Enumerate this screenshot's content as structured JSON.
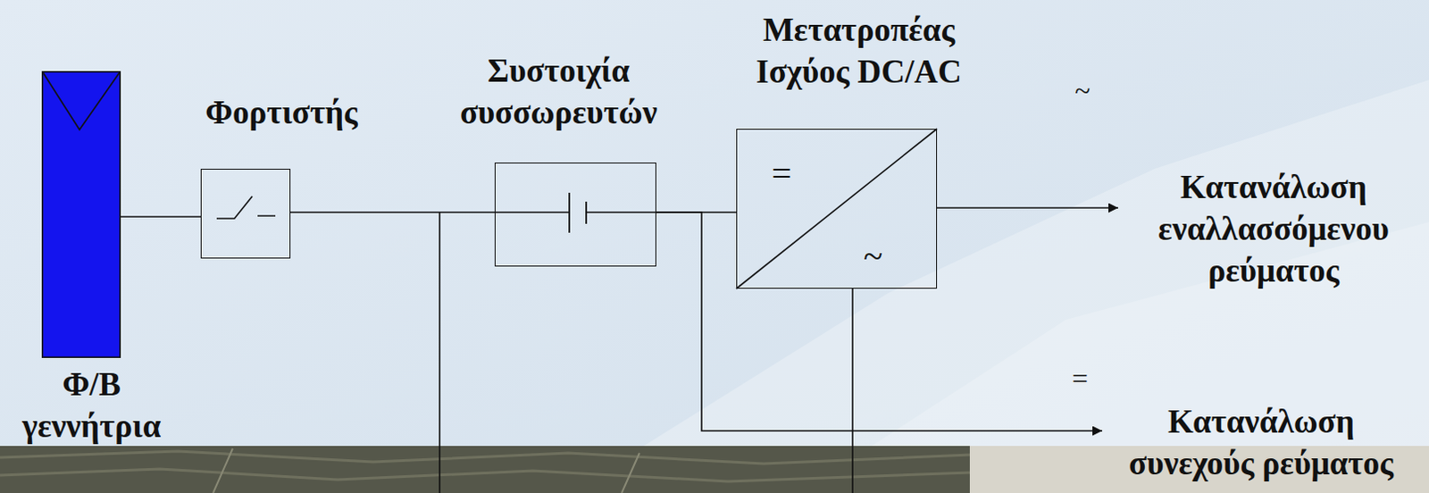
{
  "diagram": {
    "nodes": [
      {
        "text": [
          "Φ/Β γεννήτρια"
        ]
      },
      {
        "text": [
          "Φορτιστής"
        ]
      },
      {
        "text": [
          "Συστοιχία συσσωρευτών"
        ]
      },
      {
        "text": [
          "Μετατροπέας Ισχύος DC/AC"
        ]
      },
      {
        "text": [
          "Κατανάλωση εναλλασσόμενου ρεύματος"
        ]
      },
      {
        "text": [
          "Κατανάλωση συνεχούς ρεύματος"
        ]
      }
    ],
    "edges": [
      {
        "from": 0,
        "to": 1,
        "arrow": "none"
      },
      {
        "from": 1,
        "to": 2,
        "arrow": "none"
      },
      {
        "from": 2,
        "to": 3,
        "arrow": "none"
      },
      {
        "from": 3,
        "to": 4,
        "arrow": "to"
      },
      {
        "from": 2,
        "to": 5,
        "arrow": "to"
      }
    ],
    "labels": [
      "~",
      "=",
      "~",
      "="
    ]
  }
}
